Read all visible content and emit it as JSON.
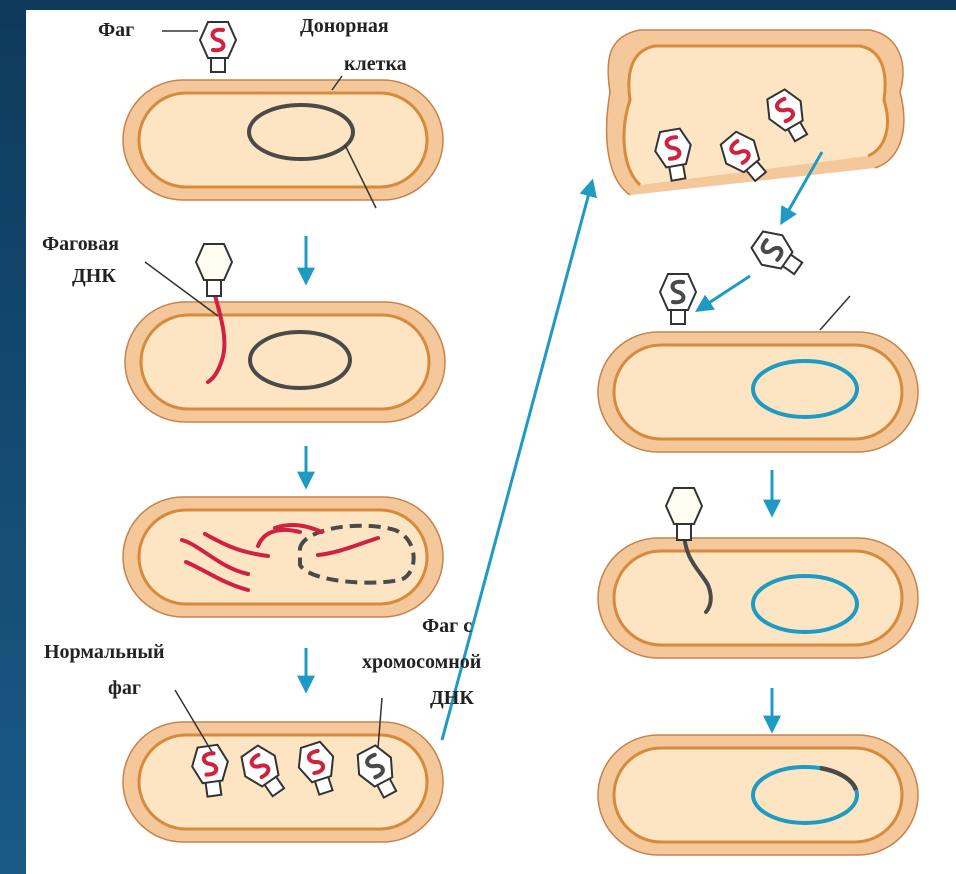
{
  "labels": {
    "phage": "Фаг",
    "donor_cell_line1": "Донорная",
    "donor_cell_line2": "клетка",
    "phage_dna_line1": "Фаговая",
    "phage_dna_line2": "ДНК",
    "normal_phage_line1": "Нормальный",
    "normal_phage_line2": "фаг",
    "chrom_phage_line1": "Фаг с",
    "chrom_phage_line2": "хромосомной",
    "chrom_phage_line3": "ДНК"
  },
  "colors": {
    "cell_fill": "#fde5c3",
    "cell_outer": "#f4c89a",
    "membrane": "#d88a3c",
    "phage_dna": "#d0213f",
    "host_chromosome": "#4a4a4a",
    "recipient_chromosome": "#1e9bc4",
    "arrow": "#1e9bc4"
  }
}
